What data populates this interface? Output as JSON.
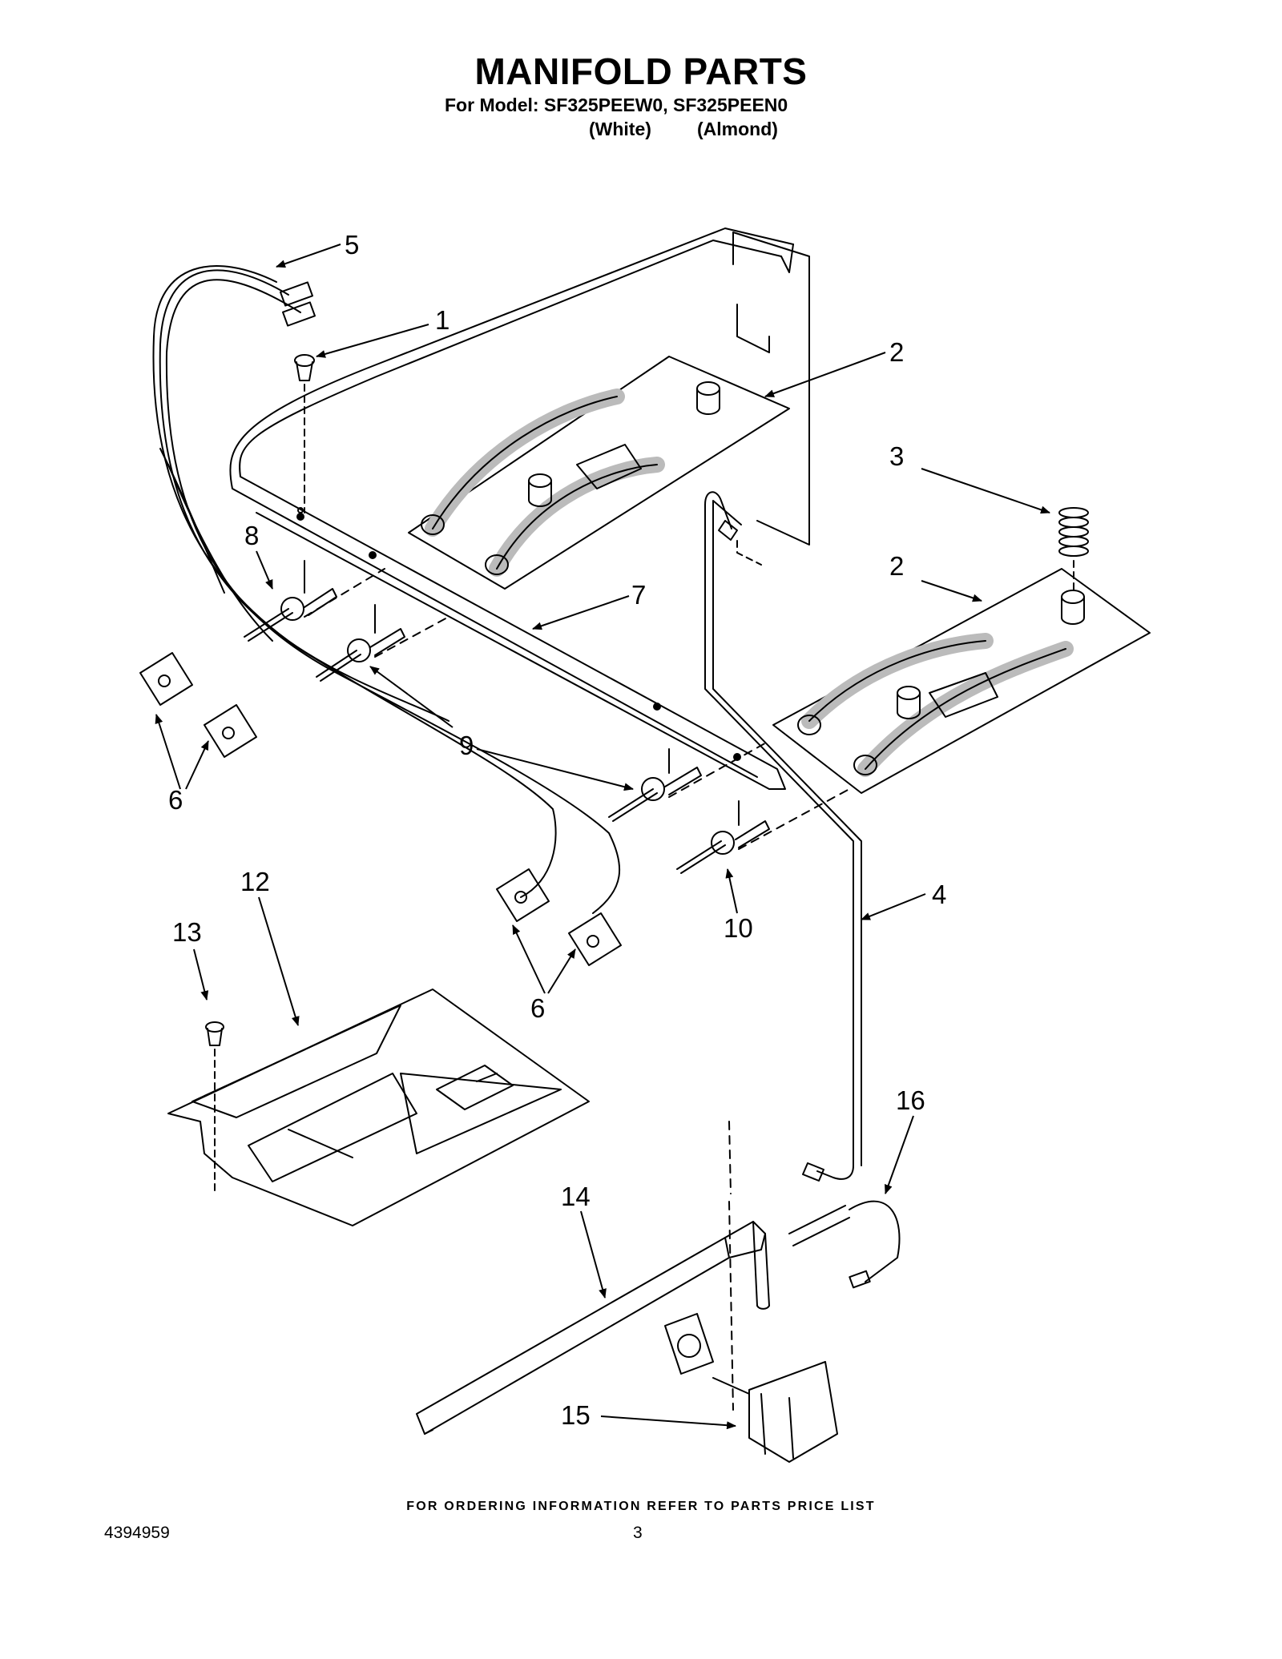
{
  "header": {
    "title": "MANIFOLD PARTS",
    "model_line": "For Model: SF325PEEW0, SF325PEEN0",
    "color_white": "(White)",
    "color_almond": "(Almond)"
  },
  "callouts": {
    "c1": "1",
    "c2a": "2",
    "c2b": "2",
    "c3": "3",
    "c4": "4",
    "c5": "5",
    "c6a": "6",
    "c6b": "6",
    "c7": "7",
    "c8": "8",
    "c9": "9",
    "c10": "10",
    "c12": "12",
    "c13": "13",
    "c14": "14",
    "c15": "15",
    "c16": "16"
  },
  "footer": {
    "ordering_note": "FOR ORDERING INFORMATION REFER TO PARTS PRICE LIST",
    "document_number": "4394959",
    "page_number": "3"
  }
}
